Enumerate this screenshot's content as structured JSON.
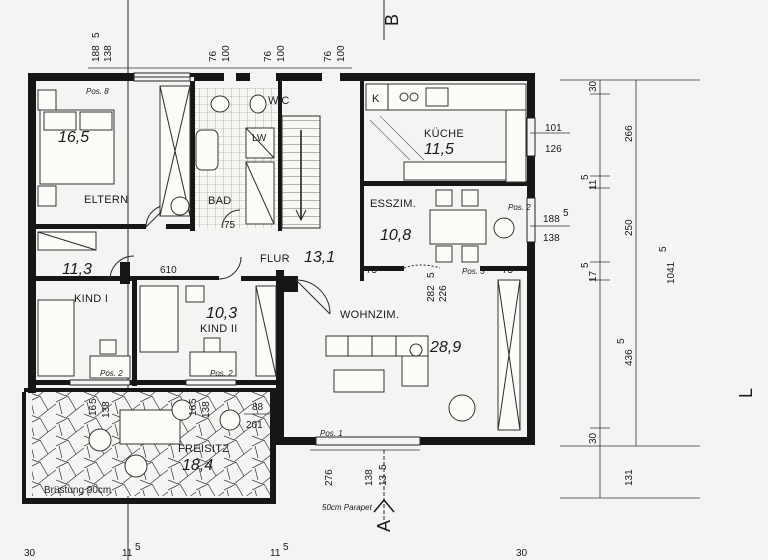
{
  "rooms": {
    "eltern": {
      "name": "ELTERN",
      "area": "16,5"
    },
    "bad": {
      "name": "BAD"
    },
    "wc": {
      "name": "W.C"
    },
    "lw": {
      "name": "LW"
    },
    "kueche": {
      "name": "KÜCHE",
      "area": "11,5",
      "marker": "K"
    },
    "esszim": {
      "name": "ESSZIM.",
      "area": "10,8"
    },
    "flur": {
      "name": "FLUR",
      "area": "13,1"
    },
    "kind1": {
      "name": "KIND I",
      "area": "11,3"
    },
    "kind2": {
      "name": "KIND II",
      "area": "10,3"
    },
    "wohnzim": {
      "name": "WOHNZIM.",
      "area": "28,9"
    },
    "freisitz": {
      "name": "FREISITZ",
      "area": "18,4"
    }
  },
  "labels": {
    "bruestung": "Brüstung 90cm",
    "note": "50cm Parapet",
    "section_b": "B",
    "section_a": "A",
    "section_l": "L"
  },
  "dims": {
    "top": [
      "188",
      "5",
      "138",
      "76",
      "100",
      "76",
      "100",
      "76",
      "100"
    ],
    "right_chain": [
      "30",
      "266",
      "11",
      "5",
      "250",
      "17",
      "5",
      "436",
      "5",
      "30",
      "131"
    ],
    "total": "1041",
    "total_sup": "5",
    "kitchen_win": [
      "101",
      "126"
    ],
    "ess_win": [
      "188",
      "5",
      "138"
    ],
    "wohn_door": [
      "282",
      "5",
      "226"
    ],
    "flur_610": "610",
    "seventyfive": [
      "75",
      "75",
      "75",
      "75"
    ],
    "freisitz_win": [
      "16",
      "5",
      "138",
      "16",
      "5",
      "138"
    ],
    "corner": [
      "88",
      "201"
    ],
    "bottom": [
      "276",
      "138",
      "13",
      "5"
    ],
    "bottom_edge": [
      "30",
      "11",
      "5",
      "11",
      "5",
      "30"
    ]
  },
  "pos_marks": [
    "Pos. 8",
    "Pos. 2",
    "Pos. 3",
    "Pos. 1",
    "Pos. 2",
    "Pos. 2"
  ]
}
